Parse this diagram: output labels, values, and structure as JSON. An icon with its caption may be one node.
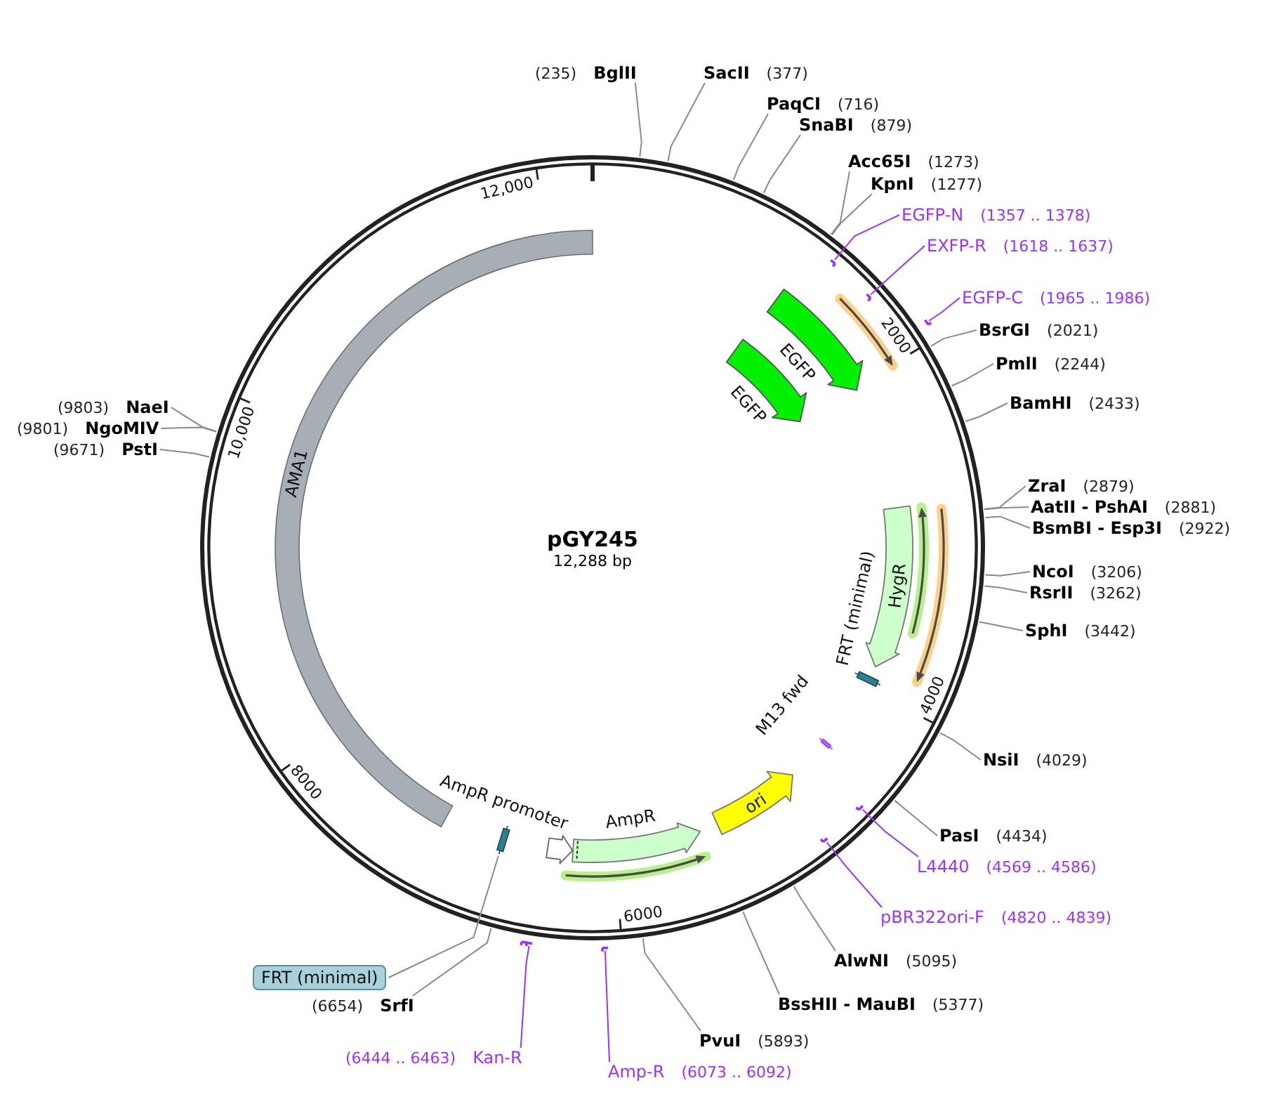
{
  "diagram": {
    "title": "pGY245",
    "nodes": [
      {
        "text": [
          "BglII"
        ],
        "beside": [
          "(235)"
        ]
      },
      {
        "text": [
          "SacII"
        ],
        "beside": [
          "(377)"
        ]
      },
      {
        "text": [
          "PaqCI"
        ],
        "beside": [
          "(716)"
        ]
      },
      {
        "text": [
          "SnaBI"
        ],
        "beside": [
          "(879)"
        ]
      },
      {
        "text": [
          "Acc65I"
        ],
        "beside": [
          "(1273)"
        ]
      },
      {
        "text": [
          "KpnI"
        ],
        "beside": [
          "(1277)"
        ]
      },
      {
        "text": [
          "EGFP-N"
        ],
        "beside": [
          "(1357 .. 1378)"
        ]
      },
      {
        "text": [
          "EXFP-R"
        ],
        "beside": [
          "(1618 .. 1637)"
        ]
      },
      {
        "text": [
          "EGFP-C"
        ],
        "beside": [
          "(1965 .. 1986)"
        ]
      },
      {
        "text": [
          "BsrGI"
        ],
        "beside": [
          "(2021)"
        ]
      },
      {
        "text": [
          "PmlI"
        ],
        "beside": [
          "(2244)"
        ]
      },
      {
        "text": [
          "BamHI"
        ],
        "beside": [
          "(2433)"
        ]
      },
      {
        "text": [
          "ZraI"
        ],
        "beside": [
          "(2879)"
        ]
      },
      {
        "text": [
          "AatII - PshAI"
        ],
        "beside": [
          "(2881)"
        ]
      },
      {
        "text": [
          "BsmBI - Esp3I"
        ],
        "beside": [
          "(2922)"
        ]
      },
      {
        "text": [
          "NcoI"
        ],
        "beside": [
          "(3206)"
        ]
      },
      {
        "text": [
          "RsrII"
        ],
        "beside": [
          "(3262)"
        ]
      },
      {
        "text": [
          "SphI"
        ],
        "beside": [
          "(3442)"
        ]
      },
      {
        "text": [
          "NsiI"
        ],
        "beside": [
          "(4029)"
        ]
      },
      {
        "text": [
          "PasI"
        ],
        "beside": [
          "(4434)"
        ]
      },
      {
        "text": [
          "L4440"
        ],
        "beside": [
          "(4569 .. 4586)"
        ]
      },
      {
        "text": [
          "pBR322ori-F"
        ],
        "beside": [
          "(4820 .. 4839)"
        ]
      },
      {
        "text": [
          "AlwNI"
        ],
        "beside": [
          "(5095)"
        ]
      },
      {
        "text": [
          "BssHII - MauBI"
        ],
        "beside": [
          "(5377)"
        ]
      },
      {
        "text": [
          "PvuI"
        ],
        "beside": [
          "(5893)"
        ]
      },
      {
        "text": [
          "Amp-R"
        ],
        "beside": [
          "(6073 .. 6092)"
        ]
      },
      {
        "text": [
          "Kan-R"
        ],
        "beside": [
          "(6444 .. 6463)"
        ]
      },
      {
        "text": [
          "SrfI"
        ],
        "beside": [
          "(6654)"
        ]
      },
      {
        "text": [
          "FRT (minimal)"
        ]
      },
      {
        "text": [
          "NaeI"
        ],
        "beside": [
          "(9803)"
        ]
      },
      {
        "text": [
          "NgoMIV"
        ],
        "beside": [
          "(9801)"
        ]
      },
      {
        "text": [
          "PstI"
        ],
        "beside": [
          "(9671)"
        ]
      },
      {
        "text": [
          "AMA1"
        ]
      },
      {
        "text": [
          "EGFP"
        ]
      },
      {
        "text": [
          "EGFP"
        ]
      },
      {
        "text": [
          "HygR"
        ]
      },
      {
        "text": [
          "FRT (minimal)"
        ]
      },
      {
        "text": [
          "M13 fwd"
        ]
      },
      {
        "text": [
          "ori"
        ]
      },
      {
        "text": [
          "AmpR"
        ]
      },
      {
        "text": [
          "AmpR promoter"
        ]
      },
      {
        "text": [],
        "shape": "bar"
      },
      {
        "text": [],
        "shape": "bar"
      },
      {
        "text": [],
        "shape": "bar"
      },
      {
        "text": [],
        "shape": "bar"
      },
      {
        "text": [],
        "shape": "bar"
      },
      {
        "text": [],
        "shape": "bar"
      },
      {
        "text": [],
        "shape": "bar"
      },
      {
        "text": [],
        "shape": "bar"
      },
      {
        "text": [],
        "shape": "bar"
      }
    ],
    "edges": [
      {
        "from": 0,
        "to": null,
        "arrow": "none"
      },
      {
        "from": 1,
        "to": null,
        "arrow": "none"
      },
      {
        "from": 2,
        "to": null,
        "arrow": "none"
      },
      {
        "from": 3,
        "to": null,
        "arrow": "none"
      },
      {
        "from": 4,
        "to": null,
        "arrow": "none"
      },
      {
        "from": 5,
        "to": null,
        "arrow": "none"
      },
      {
        "from": 6,
        "to": 42,
        "arrow": "none",
        "color": "#9933ff"
      },
      {
        "from": 7,
        "to": 43,
        "arrow": "none",
        "color": "#9933ff"
      },
      {
        "from": 8,
        "to": 44,
        "arrow": "none",
        "color": "#9933ff"
      },
      {
        "from": 9,
        "to": null,
        "arrow": "none"
      },
      {
        "from": 10,
        "to": null,
        "arrow": "none"
      },
      {
        "from": 11,
        "to": null,
        "arrow": "none"
      },
      {
        "from": 12,
        "to": null,
        "arrow": "none"
      },
      {
        "from": 13,
        "to": null,
        "arrow": "none"
      },
      {
        "from": 14,
        "to": null,
        "arrow": "none"
      },
      {
        "from": 15,
        "to": null,
        "arrow": "none"
      },
      {
        "from": 16,
        "to": null,
        "arrow": "none"
      },
      {
        "from": 17,
        "to": null,
        "arrow": "none"
      },
      {
        "from": 18,
        "to": null,
        "arrow": "none"
      },
      {
        "from": 19,
        "to": null,
        "arrow": "none"
      },
      {
        "from": 20,
        "to": 45,
        "arrow": "none",
        "color": "#9933ff"
      },
      {
        "from": 21,
        "to": 46,
        "arrow": "none",
        "color": "#9933ff"
      },
      {
        "from": 22,
        "to": null,
        "arrow": "none"
      },
      {
        "from": 23,
        "to": null,
        "arrow": "none"
      },
      {
        "from": 24,
        "to": null,
        "arrow": "none"
      },
      {
        "from": 25,
        "to": 47,
        "arrow": "none",
        "color": "#9933ff"
      },
      {
        "from": 26,
        "to": 48,
        "arrow": "none",
        "color": "#9933ff"
      },
      {
        "from": 27,
        "to": null,
        "arrow": "none"
      },
      {
        "from": 28,
        "to": 41,
        "arrow": "none"
      },
      {
        "from": 29,
        "to": null,
        "arrow": "none"
      },
      {
        "from": 30,
        "to": null,
        "arrow": "none"
      },
      {
        "from": 31,
        "to": null,
        "arrow": "none"
      }
    ],
    "labels": [
      "12,288 bp",
      "12,000",
      "2000",
      "4000",
      "6000",
      "8000",
      "10,000"
    ]
  }
}
